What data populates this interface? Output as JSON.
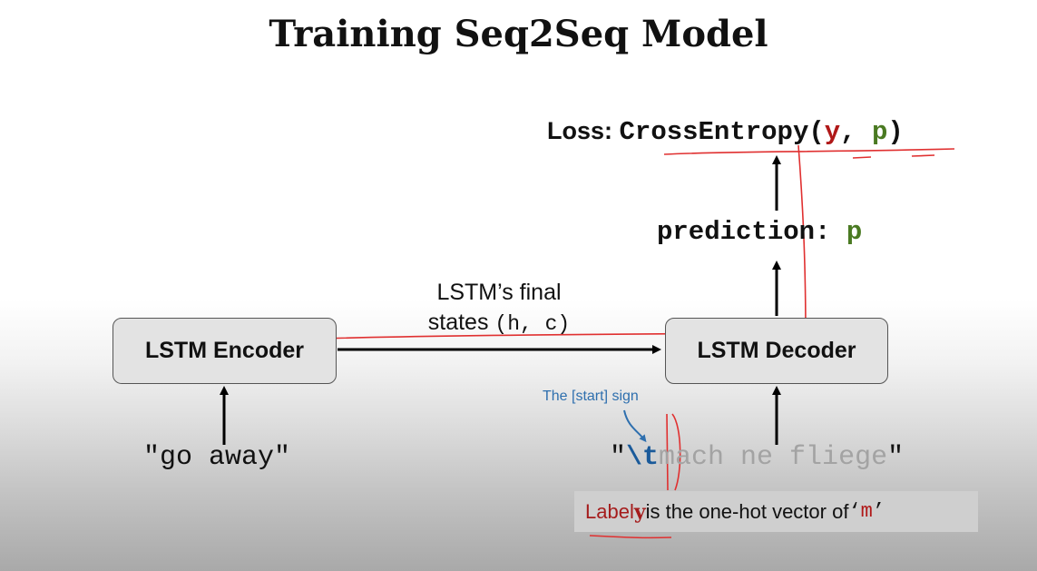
{
  "title": "Training Seq2Seq Model",
  "encoder": {
    "label": "LSTM Encoder"
  },
  "decoder": {
    "label": "LSTM Decoder"
  },
  "loss": {
    "label": "Loss: ",
    "func": "CrossEntropy(",
    "y": "y",
    "sep": ", ",
    "p": "p",
    "close": ")"
  },
  "prediction": {
    "label": "prediction: ",
    "p": "p"
  },
  "states": {
    "line1": "LSTM’s final",
    "line2_prefix": "states ",
    "line2_code": "(h, c)"
  },
  "encoder_input": "\"go away\"",
  "decoder_input": {
    "open_quote": "\"",
    "start_token": "\\t",
    "rest": "mach ne fliege",
    "close_quote": "\""
  },
  "start_note": "The [start] sign",
  "label_note": {
    "prefix": "Label ",
    "y": "y",
    "middle": " is the one-hot vector of ",
    "open": "‘",
    "char": "m",
    "close": "’"
  },
  "colors": {
    "label_red": "#a51c1c",
    "p_green": "#4a7a22",
    "start_blue": "#1a5a9a",
    "annotation_red": "#e03030"
  }
}
